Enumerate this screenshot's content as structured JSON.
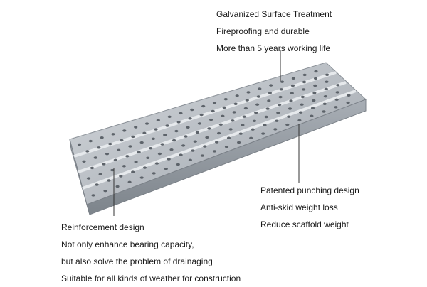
{
  "callouts": {
    "top": {
      "lines": [
        "Galvanized Surface Treatment",
        "Fireproofing and durable",
        "More than 5 years working life"
      ]
    },
    "right": {
      "lines": [
        "Patented punching design",
        "Anti-skid weight loss",
        "Reduce scaffold weight"
      ]
    },
    "left": {
      "lines": [
        "Reinforcement design",
        "Not only enhance bearing capacity,",
        "but also solve the problem of drainaging",
        "Suitable for all kinds of weather for construction"
      ]
    }
  },
  "colors": {
    "plank_top": "#b7bcc2",
    "plank_side": "#8f959c",
    "hole": "#5d636a",
    "leader": "#333333"
  }
}
